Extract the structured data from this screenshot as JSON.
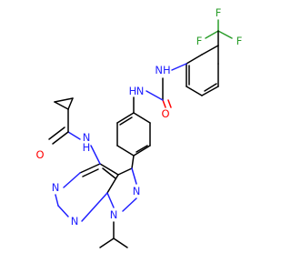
{
  "atoms": {
    "F_a": {
      "text": "F",
      "color": "#2a9d2a"
    },
    "F_b": {
      "text": "F",
      "color": "#2a9d2a"
    },
    "F_c": {
      "text": "F",
      "color": "#2a9d2a"
    },
    "NH_urea_right": {
      "text": "NH",
      "color": "#2020ff"
    },
    "H_urea_right": {
      "text": "H",
      "color": "#2020ff"
    },
    "NH_urea_left": {
      "text": "N",
      "color": "#2020ff"
    },
    "H_urea_left": {
      "text": "H",
      "color": "#2020ff"
    },
    "O_urea": {
      "text": "O",
      "color": "#ff0000"
    },
    "O_amide": {
      "text": "O",
      "color": "#ff0000"
    },
    "N_amide": {
      "text": "N",
      "color": "#2020ff"
    },
    "H_amide": {
      "text": "H",
      "color": "#2020ff"
    },
    "N_pyr_top": {
      "text": "N",
      "color": "#2020ff"
    },
    "N_pyr_bottom": {
      "text": "N",
      "color": "#2020ff"
    },
    "N_pz_2": {
      "text": "N",
      "color": "#2020ff"
    },
    "N_pz_1": {
      "text": "N",
      "color": "#2020ff"
    }
  },
  "colors": {
    "carbon_bond": "#000000",
    "nitrogen": "#2020ff",
    "oxygen": "#ff0000",
    "fluorine": "#2a9d2a",
    "background": "#ffffff"
  }
}
